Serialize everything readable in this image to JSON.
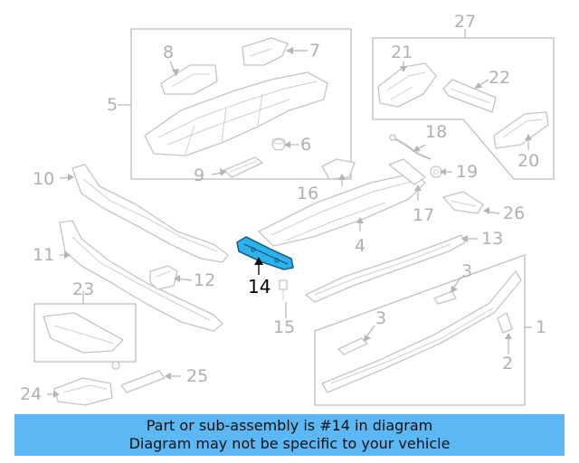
{
  "diagram": {
    "highlight_color": "#2fb2ec",
    "highlighted_part": "14",
    "callouts": {
      "c1": "1",
      "c2": "2",
      "c3a": "3",
      "c3b": "3",
      "c4": "4",
      "c5": "5",
      "c6": "6",
      "c7": "7",
      "c8": "8",
      "c9": "9",
      "c10": "10",
      "c11": "11",
      "c12": "12",
      "c13": "13",
      "c14": "14",
      "c15": "15",
      "c16": "16",
      "c17": "17",
      "c18": "18",
      "c19": "19",
      "c20": "20",
      "c21": "21",
      "c22": "22",
      "c23": "23",
      "c24": "24",
      "c25": "25",
      "c26": "26",
      "c27": "27"
    }
  },
  "banner": {
    "line1": "Part or sub-assembly is #14 in diagram",
    "line2": "Diagram may not be specific to your vehicle",
    "background": "#5bb8f5"
  }
}
